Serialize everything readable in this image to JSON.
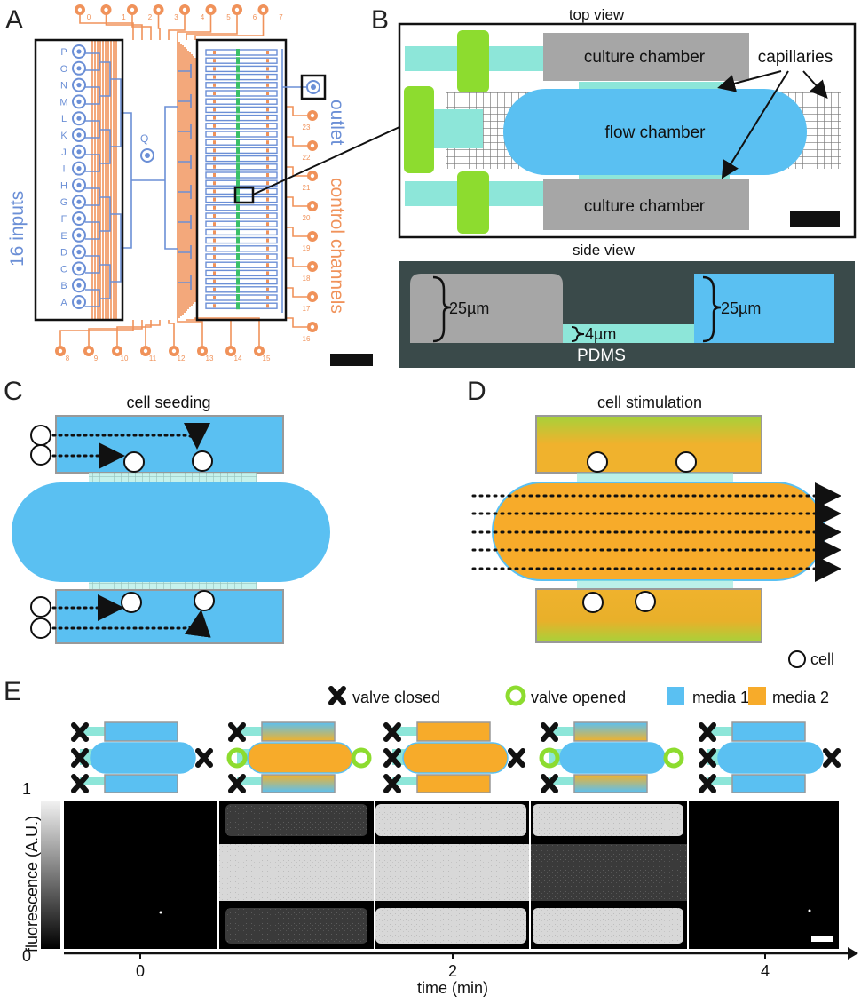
{
  "panels": {
    "a": "A",
    "b": "B",
    "c": "C",
    "d": "D",
    "e": "E"
  },
  "panel_a": {
    "inputs_label": "16 inputs",
    "outlet_label": "outlet",
    "control_label": "control channels",
    "input_letters": [
      "P",
      "O",
      "N",
      "M",
      "L",
      "K",
      "J",
      "I",
      "H",
      "G",
      "F",
      "E",
      "D",
      "C",
      "B",
      "A"
    ],
    "q_label": "Q",
    "top_numbers": [
      "0",
      "1",
      "2",
      "3",
      "4",
      "5",
      "6",
      "7"
    ],
    "bottom_numbers": [
      "8",
      "9",
      "10",
      "11",
      "12",
      "13",
      "14",
      "15"
    ],
    "right_numbers": [
      "23",
      "22",
      "21",
      "20",
      "19",
      "18",
      "17",
      "16"
    ]
  },
  "panel_b": {
    "top_view": "top view",
    "culture_chamber": "culture chamber",
    "flow_chamber": "flow chamber",
    "capillaries": "capillaries",
    "side_view": "side view",
    "dim_left": "25µm",
    "dim_mid": "4µm",
    "dim_right": "25µm",
    "pdms": "PDMS"
  },
  "panel_c": {
    "title": "cell seeding"
  },
  "panel_d": {
    "title": "cell stimulation",
    "cell_legend": "cell"
  },
  "panel_e": {
    "legend_closed": "valve closed",
    "legend_opened": "valve opened",
    "legend_media1": "media 1",
    "legend_media2": "media 2",
    "colorbar_label": "fluorescence (A.U.)",
    "colorbar_max": "1",
    "colorbar_min": "0",
    "xticks": [
      "0",
      "2",
      "4"
    ],
    "xlabel": "time (min)"
  },
  "colors": {
    "media1": "#5ac0f2",
    "media2": "#f7ab2a",
    "valve_open": "#8ddc2f",
    "chip_orange": "#f0925a",
    "chip_blue": "#6b8fd6",
    "side_bg": "#3a4a4a"
  }
}
